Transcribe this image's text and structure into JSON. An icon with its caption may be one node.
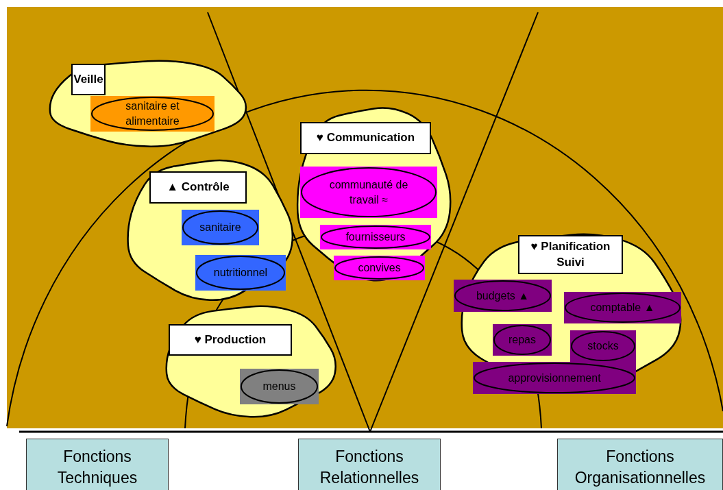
{
  "diagram": {
    "nodes": [
      {
        "text": [],
        "shape": "cloud"
      },
      {
        "text": [
          "Veille"
        ],
        "in": 0
      },
      {
        "text": [
          "sanitaire et alimentaire"
        ],
        "in": 0
      },
      {
        "text": [],
        "shape": "cloud"
      },
      {
        "text": [
          "▲ Contrôle"
        ],
        "in": 3
      },
      {
        "text": [
          "sanitaire"
        ],
        "in": 3
      },
      {
        "text": [
          "nutritionnel"
        ],
        "in": 3
      },
      {
        "text": [],
        "shape": "cloud"
      },
      {
        "text": [
          "♥ Production"
        ],
        "in": 7
      },
      {
        "text": [
          "menus"
        ],
        "in": 7
      },
      {
        "text": [],
        "shape": "cloud"
      },
      {
        "text": [
          "♥ Communication"
        ],
        "in": 10
      },
      {
        "text": [
          "communauté de travail ≈"
        ],
        "in": 10
      },
      {
        "text": [
          "fournisseurs"
        ],
        "in": 10
      },
      {
        "text": [
          "convives"
        ],
        "in": 10
      },
      {
        "text": [],
        "shape": "cloud"
      },
      {
        "text": [
          "♥ Planification Suivi"
        ],
        "in": 15
      },
      {
        "text": [
          "budgets ▲"
        ],
        "in": 15
      },
      {
        "text": [
          "comptable ▲"
        ],
        "in": 15
      },
      {
        "text": [
          "repas"
        ],
        "in": 15
      },
      {
        "text": [
          "stocks"
        ],
        "in": 15
      },
      {
        "text": [
          "approvisionnement"
        ],
        "in": 15
      },
      {
        "text": [
          "Fonctions Techniques"
        ]
      },
      {
        "text": [
          "Fonctions Relationnelles"
        ]
      },
      {
        "text": [
          "Fonctions Organisationnelles"
        ]
      }
    ]
  }
}
